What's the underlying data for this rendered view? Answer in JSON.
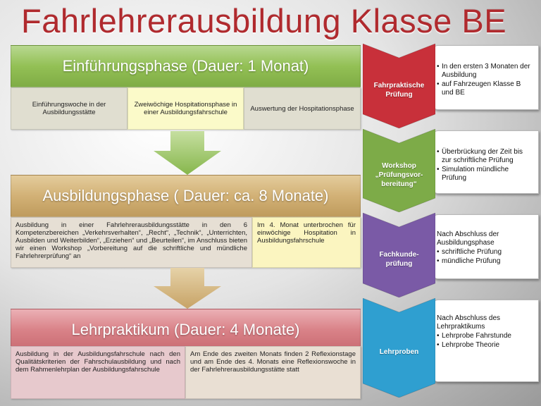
{
  "title": "Fahrlehrerausbildung Klasse BE",
  "phases": [
    {
      "title": "Einführungsphase (Dauer: 1 Monat)",
      "color": "#93c055",
      "cells": [
        "Einführungswoche in der Ausbildungsstätte",
        "Zweiwöchige Hospitationsphase in einer Ausbildungsfahrschule",
        "Auswertung der Hospitationsphase"
      ]
    },
    {
      "title": "Ausbildungsphase ( Dauer: ca. 8 Monate)",
      "color": "#d2b176",
      "cells": [
        "Ausbildung in einer Fahrlehrerausbildungsstätte in den 6 Kompetenzbereichen „Verkehrsverhalten“, „Recht“, „Technik“, „Unterrichten, Ausbilden und Weiterbilden“, „Erziehen“ und „Beurteilen“, im Anschluss bieten wir einen Workshop „Vorbereitung auf die schriftliche und mündliche Fahrlehrerprüfung“ an",
        "Im 4. Monat unterbrochen für einwöchige Hospitation in Ausbildungsfahrschule"
      ]
    },
    {
      "title": "Lehrpraktikum (Dauer: 4 Monate)",
      "color": "#d98288",
      "cells": [
        "Ausbildung in der Ausbildungsfahrschule nach den Qualitätskriterien der Fahrschulausbildung und nach dem Rahmenlehrplan der Ausbildungsfahrschule",
        "Am Ende des zweiten Monats finden 2 Reflexionstage und am Ende des 4. Monats eine Reflexionswoche in der Fahrlehrerausbildungsstätte statt"
      ]
    }
  ],
  "steps": [
    {
      "label_lines": [
        "Fahrpraktische",
        "Prüfung"
      ],
      "color": "#c8303a",
      "items": [
        {
          "text": "In den ersten 3 Monaten der Ausbildung",
          "bullet": true
        },
        {
          "text": "auf Fahrzeugen Klasse B und BE",
          "bullet": true
        }
      ]
    },
    {
      "label_lines": [
        "Workshop",
        "„Prüfungsvor-",
        "bereitung“"
      ],
      "color": "#7dab48",
      "items": [
        {
          "text": "Überbrückung der Zeit bis zur schriftliche Prüfung",
          "bullet": true
        },
        {
          "text": "Simulation mündliche Prüfung",
          "bullet": true
        }
      ]
    },
    {
      "label_lines": [
        "Fachkunde-",
        "prüfung"
      ],
      "color": "#7a5aa6",
      "items": [
        {
          "text": "Nach Abschluss der Ausbildungsphase",
          "bullet": false
        },
        {
          "text": "schriftliche Prüfung",
          "bullet": true
        },
        {
          "text": "mündliche Prüfung",
          "bullet": true
        }
      ]
    },
    {
      "label_lines": [
        "Lehrproben"
      ],
      "color": "#2f9fd0",
      "items": [
        {
          "text": "Nach Abschluss des Lehrpraktikums",
          "bullet": false
        },
        {
          "text": "Lehrprobe Fahrstunde",
          "bullet": true
        },
        {
          "text": "Lehrprobe Theorie",
          "bullet": true
        }
      ]
    }
  ]
}
